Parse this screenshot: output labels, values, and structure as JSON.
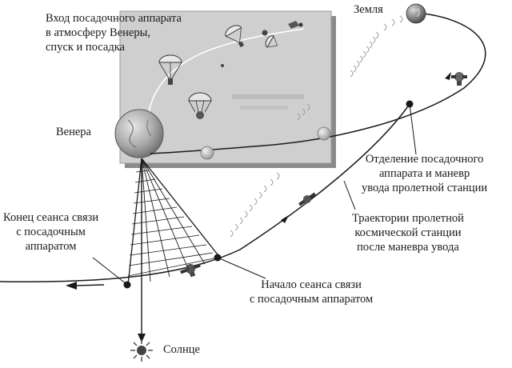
{
  "labels": {
    "earth": "Земля",
    "venus": "Венера",
    "sun": "Солнце",
    "entry": [
      "Вход посадочного аппарата",
      "в атмосферу Венеры,",
      "спуск и посадка"
    ],
    "separation": [
      "Отделение посадочного",
      "аппарата и маневр",
      "увода пролетной станции"
    ],
    "trajectories": [
      "Траектории пролетной",
      "космической станции",
      "после маневра увода"
    ],
    "session_end": [
      "Конец сеанса связи",
      "с посадочным",
      "аппаратом"
    ],
    "session_start": [
      "Начало сеанса связи",
      "с посадочным аппаратом"
    ]
  },
  "colors": {
    "line": "#1a1a1a",
    "inset_panel": "#cfcfcf",
    "inset_shadow": "#8a8a8a",
    "venus_fill": "#b9b9b9",
    "earth_fill": "#8f8f8f",
    "signal": "#9a9a9a"
  }
}
